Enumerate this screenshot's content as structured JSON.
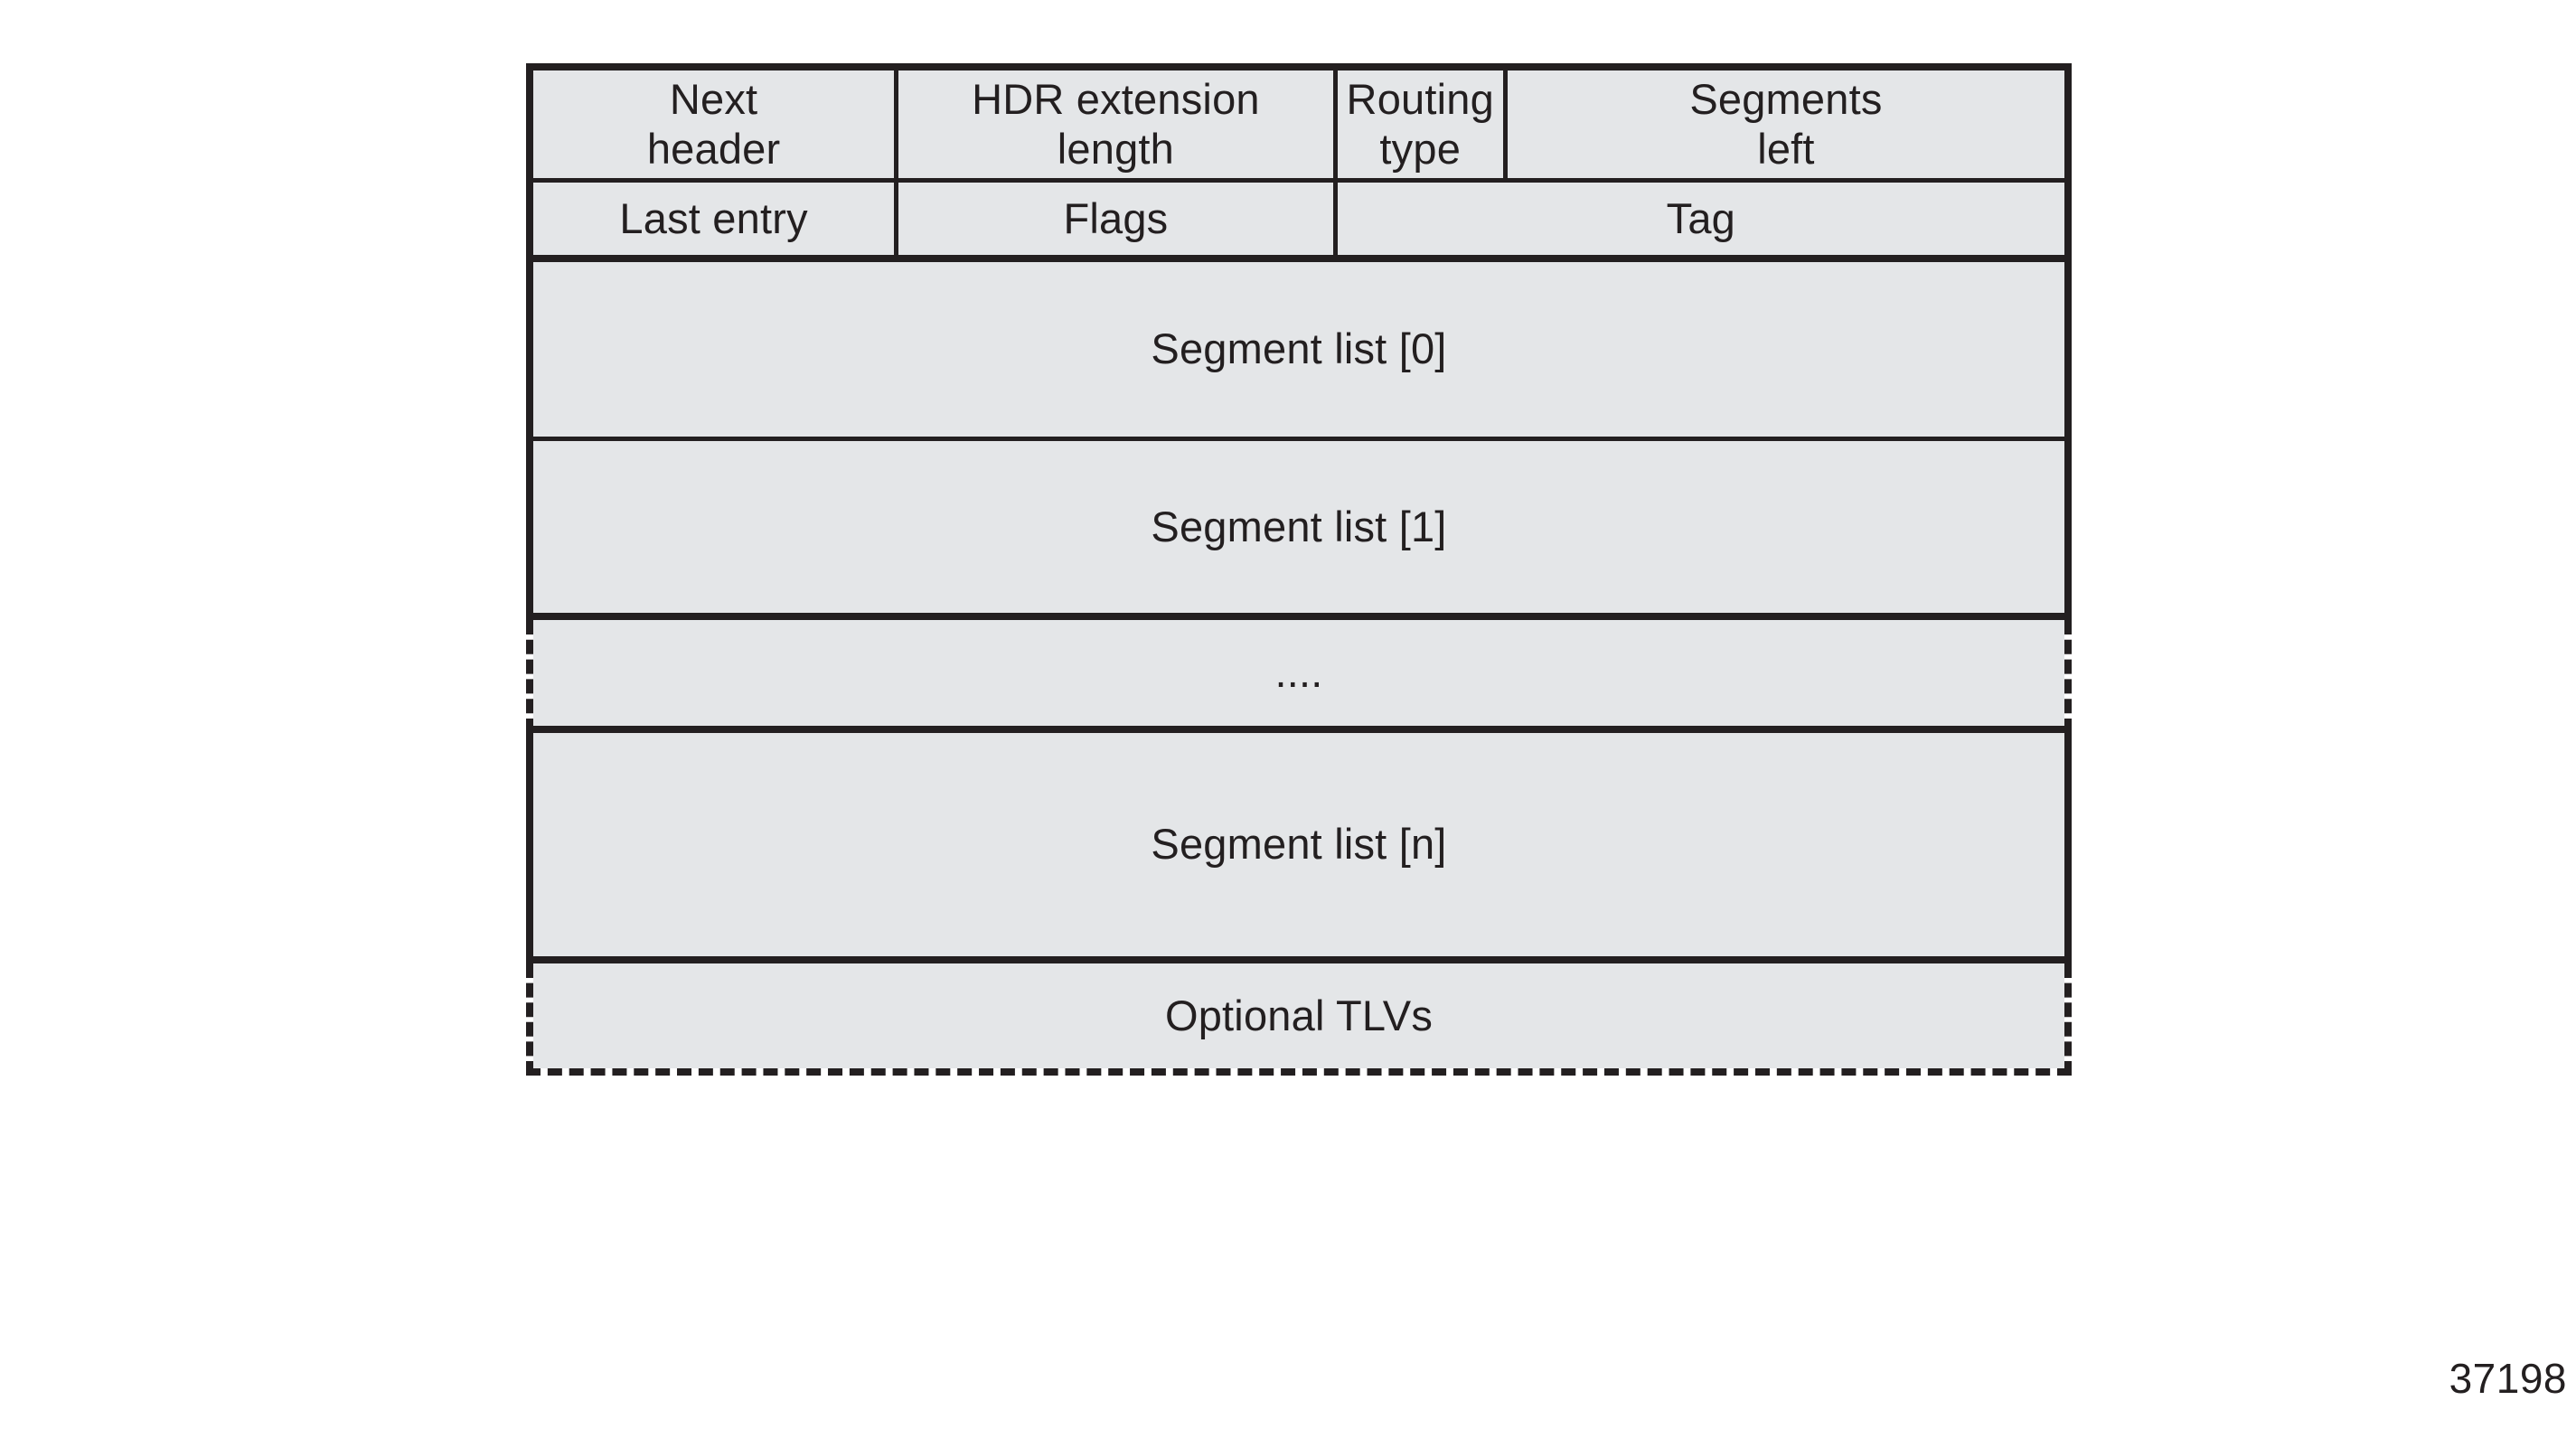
{
  "figure": {
    "id_label": "37198",
    "title": "",
    "fill_color": "#e4e6e8",
    "line_color": "#231f20",
    "background_color": "#ffffff"
  },
  "chart_data": {
    "type": "table",
    "title": "",
    "description": "Segment Routing Header (SRH) packet format diagram",
    "rows": [
      {
        "name": "header-row",
        "border_style": "solid",
        "cells": [
          {
            "label": "Next\nheader",
            "name": "next-header"
          },
          {
            "label": "HDR extension\nlength",
            "name": "hdr-extension-length"
          },
          {
            "label": "Routing\ntype",
            "name": "routing-type"
          },
          {
            "label": "Segments\nleft",
            "name": "segments-left"
          }
        ]
      },
      {
        "name": "meta-row",
        "border_style": "solid",
        "cells": [
          {
            "label": "Last entry",
            "name": "last-entry"
          },
          {
            "label": "Flags",
            "name": "flags"
          },
          {
            "label": "Tag",
            "name": "tag"
          }
        ]
      },
      {
        "name": "segment-list-0-row",
        "border_style": "solid",
        "cells": [
          {
            "label": "Segment list [0]",
            "name": "segment-list-0"
          }
        ]
      },
      {
        "name": "segment-list-1-row",
        "border_style": "solid",
        "cells": [
          {
            "label": "Segment list [1]",
            "name": "segment-list-1"
          }
        ]
      },
      {
        "name": "ellipsis-row",
        "border_style": "dashed-sides",
        "cells": [
          {
            "label": "....",
            "name": "ellipsis"
          }
        ]
      },
      {
        "name": "segment-list-n-row",
        "border_style": "solid",
        "cells": [
          {
            "label": "Segment list [n]",
            "name": "segment-list-n"
          }
        ]
      },
      {
        "name": "optional-tlvs-row",
        "border_style": "dashed-sides-bottom",
        "cells": [
          {
            "label": "Optional TLVs",
            "name": "optional-tlvs"
          }
        ]
      }
    ]
  }
}
